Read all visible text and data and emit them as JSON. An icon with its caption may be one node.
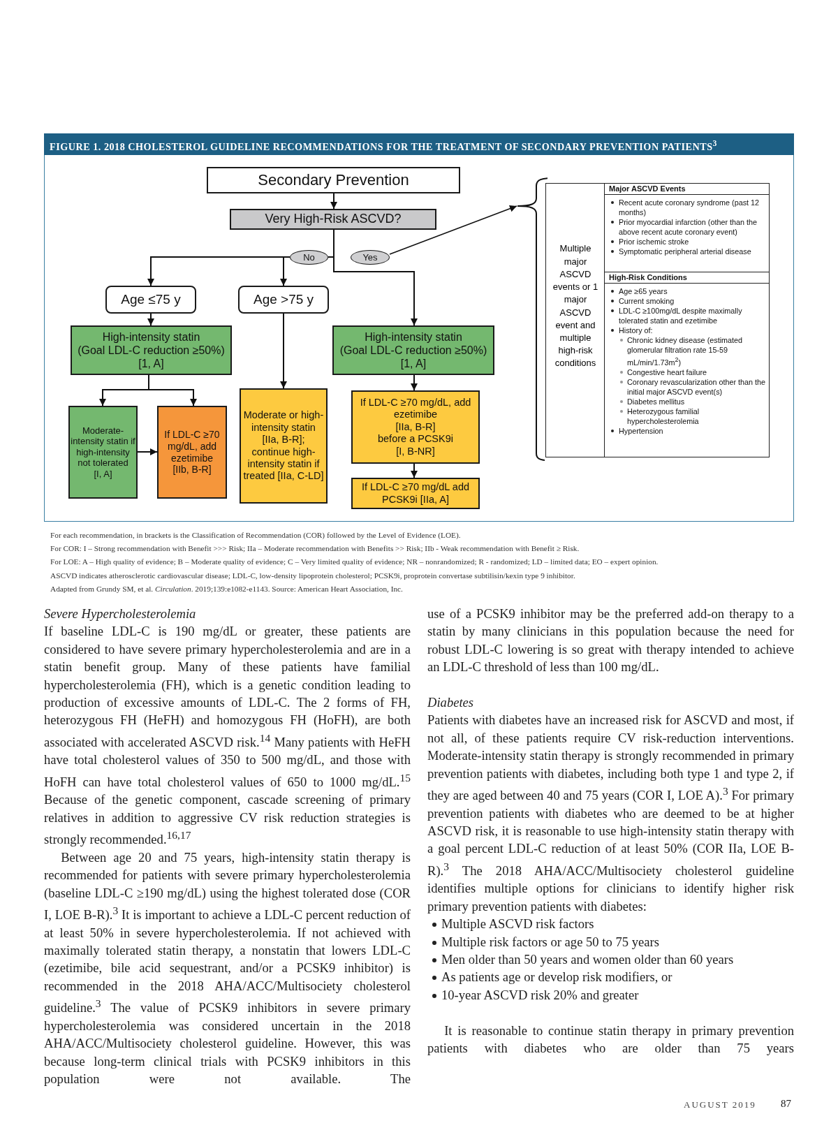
{
  "diagram": {
    "title": "FIGURE 1. 2018 CHOLESTEROL GUIDELINE RECOMMENDATIONS FOR THE TREATMENT OF SECONDARY PREVENTION PATIENTS$^{3}$",
    "nodes": [
      {
        "text": [
          "Secondary Prevention"
        ]
      },
      {
        "text": [
          "Very High-Risk ASCVD?"
        ]
      },
      {
        "text": [
          "No"
        ]
      },
      {
        "text": [
          "Yes"
        ]
      },
      {
        "text": [
          "Age ≤75 y"
        ]
      },
      {
        "text": [
          "Age >75 y"
        ]
      },
      {
        "text": [
          "High-intensity statin",
          "(Goal LDL-C reduction ≥50%)",
          "[1, A]"
        ]
      },
      {
        "text": [
          "High-intensity statin",
          "(Goal LDL-C reduction ≥50%)",
          "[1, A]"
        ]
      },
      {
        "text": [
          "Moderate-intensity statin if high-intensity not tolerated",
          "[I, A]"
        ]
      },
      {
        "text": [
          "If LDL-C ≥70 mg/dL, add ezetimibe",
          "[IIb, B-R]"
        ]
      },
      {
        "text": [
          "Moderate or high-intensity statin [IIa, B-R]; continue high-intensity statin if treated [IIa, C-LD]"
        ]
      },
      {
        "text": [
          "If LDL-C ≥70 mg/dL, add ezetimibe",
          "[IIa, B-R]",
          "before a PCSK9i",
          "[I, B-NR]"
        ]
      },
      {
        "text": [
          "If LDL-C ≥70 mg/dL add PCSK9i [IIa, A]"
        ]
      },
      {
        "text": [
          "Multiple major ASCVD events or 1 major ASCVD event and multiple high-risk conditions"
        ]
      },
      {
        "text": [
          "Major ASCVD Events",
          "Recent acute coronary syndrome (past 12 months)",
          "Prior myocardial infarction (other than the above recent acute coronary event)",
          "Prior ischemic stroke",
          "Symptomatic peripheral arterial disease"
        ]
      },
      {
        "text": [
          "High-Risk Conditions",
          "Age ≥65 years",
          "Current smoking",
          "LDL-C ≥100mg/dL despite maximally tolerated statin and ezetimibe",
          "History of:",
          "Chronic kidney disease (estimated glomerular filtration rate 15-59 mL/min/1.73m$^{2}$)",
          "Congestive heart failure",
          "Coronary revascularization other than the initial major ASCVD event(s)",
          "Diabetes mellitus",
          "Heterozygous familial hypercholesterolemia",
          "Hypertension"
        ]
      }
    ],
    "edges": [
      {
        "from": 0,
        "to": 1,
        "arrow": "to"
      },
      {
        "from": 1,
        "to": 2,
        "arrow": "none"
      },
      {
        "from": 2,
        "to": 4,
        "arrow": "to"
      },
      {
        "from": 2,
        "to": 5,
        "arrow": "to"
      },
      {
        "from": 1,
        "to": 7,
        "arrow": "to"
      },
      {
        "from": 3,
        "to": 13,
        "arrow": "to"
      },
      {
        "from": 4,
        "to": 6,
        "arrow": "to"
      },
      {
        "from": 5,
        "to": 10,
        "arrow": "to"
      },
      {
        "from": 6,
        "to": 8,
        "arrow": "to"
      },
      {
        "from": 6,
        "to": 9,
        "arrow": "to"
      },
      {
        "from": 8,
        "to": 9,
        "arrow": "to"
      },
      {
        "from": 7,
        "to": 11,
        "arrow": "to"
      },
      {
        "from": 11,
        "to": 12,
        "arrow": "to"
      }
    ],
    "labels": [
      "For each recommendation, in brackets is the Classification of Recommendation (COR) followed by the Level of Evidence (LOE).",
      "For COR: I – Strong recommendation with Benefit >>> Risk; IIa – Moderate recommendation with Benefits >> Risk; IIb - Weak recommendation with Benefit ≥ Risk.",
      "For LOE: A – High quality of evidence; B – Moderate quality of evidence; C – Very limited quality of evidence;  NR – nonrandomized; R - randomized; LD – limited data; EO – expert opinion.",
      "ASCVD indicates atherosclerotic cardiovascular disease; LDL-C, low-density lipoprotein cholesterol; PCSK9i, proprotein convertase subtilisin/kexin type 9 inhibitor.",
      "Adapted from Grundy SM, et al. *Circulation*. 2019;139:e1082-e1143. Source: American Heart Association, Inc.",
      "Severe Hypercholesterolemia",
      "If baseline LDL-C is 190 mg/dL or greater, these patients are considered to have severe primary hypercholesterolemia and are in a statin benefit group. Many of these patients have familial hypercholesterolemia (FH), which is a genetic condition leading to production of excessive amounts of LDL-C. The 2 forms of FH, heterozygous FH (HeFH) and homozygous FH (HoFH), are both associated with accelerated ASCVD risk.$^{14}$ Many patients with HeFH have total cholesterol values of 350 to 500 mg/dL, and those with HoFH can have total cholesterol values of 650 to 1000 mg/dL.$^{15}$ Because of the genetic component, cascade screening of primary relatives in addition to aggressive CV risk reduction strategies is strongly recommended.$^{16,17}$",
      "Between age 20 and 75 years, high-intensity statin therapy is recommended for patients with severe primary hypercholesterolemia (baseline LDL-C ≥190 mg/dL) using the highest tolerated dose (COR I, LOE B-R).$^{3}$ It is important to achieve a LDL-C percent reduction of at least 50% in severe hypercholesterolemia. If not achieved with maximally tolerated statin therapy, a nonstatin that lowers LDL-C (ezetimibe, bile acid sequestrant, and/or a PCSK9 inhibitor) is recommended in the 2018 AHA/ACC/Multisociety cholesterol guideline.$^{3}$ The value of PCSK9 inhibitors in severe primary hypercholesterolemia was considered uncertain in the 2018 AHA/ACC/Multisociety cholesterol guideline. However, this was because long-term clinical trials with PCSK9 inhibitors in this population were not available. The",
      "use of a PCSK9 inhibitor may be the preferred add-on therapy to a statin by many clinicians in this population because the need for robust LDL-C lowering is so great with therapy intended to achieve an LDL-C threshold of less than 100 mg/dL.",
      "Diabetes",
      "Patients with diabetes have an increased risk for ASCVD and most, if not all, of these patients require CV risk-reduction interventions. Moderate-intensity statin therapy is strongly recommended in primary prevention patients with diabetes, including both type 1 and type 2, if they are aged between 40 and 75 years (COR I, LOE A).$^{3}$ For primary prevention patients with diabetes who are deemed to be at higher ASCVD risk, it is reasonable to use high-intensity statin therapy with a goal percent LDL-C reduction of at least 50% (COR IIa, LOE B-R).$^{3}$ The 2018 AHA/ACC/Multisociety cholesterol guideline identifies multiple options for clinicians to identify higher risk primary prevention patients with diabetes:",
      "Multiple ASCVD risk factors",
      "Multiple risk factors or age 50 to 75 years",
      "Men older than 50 years and women older than 60 years",
      "As patients age or develop risk modifiers, or",
      "10-year ASCVD risk 20% and greater",
      "It is reasonable to continue statin therapy in primary prevention patients with diabetes who are older than 75 years",
      "AUGUST 2019",
      "87"
    ]
  }
}
